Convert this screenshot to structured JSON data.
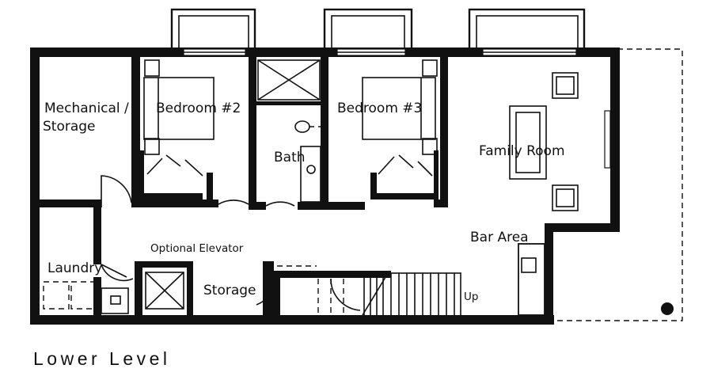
{
  "rooms": {
    "mechanical": [
      "Mechanical /",
      "Storage"
    ],
    "bedroom2": "Bedroom #2",
    "bedroom3": "Bedroom #3",
    "bath": "Bath",
    "family_room": "Family Room",
    "bar_area": "Bar Area",
    "laundry": "Laundry",
    "elevator": "Optional Elevator",
    "storage": "Storage",
    "stairs_up": "Up"
  },
  "caption": "Lower Level"
}
